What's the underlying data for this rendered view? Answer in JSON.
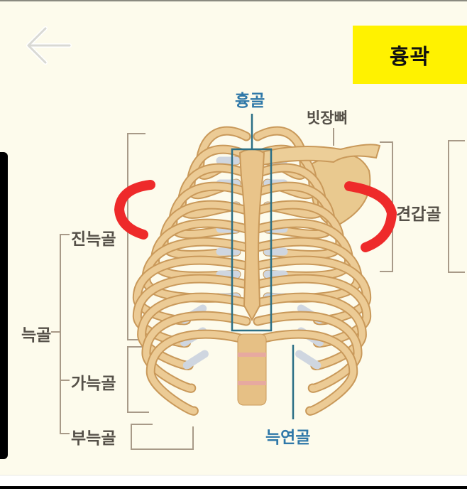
{
  "title": "흉곽",
  "nav": {
    "back_icon": "arrow-left-icon"
  },
  "labels": {
    "sternum": "흉골",
    "clavicle": "빗장뼈",
    "scapula": "견갑골",
    "true_ribs": "진늑골",
    "ribs": "늑골",
    "false_ribs": "가늑골",
    "floating_ribs": "부늑골",
    "costal_cartilage": "늑연골"
  },
  "colors": {
    "background": "#fdfbec",
    "title_bg": "#fff200",
    "bone": "#eccb95",
    "bone_edge": "#c9995a",
    "cartilage": "#cfd6e0",
    "label_blue": "#2f78a8",
    "annotation_red": "#ee2a2a"
  }
}
